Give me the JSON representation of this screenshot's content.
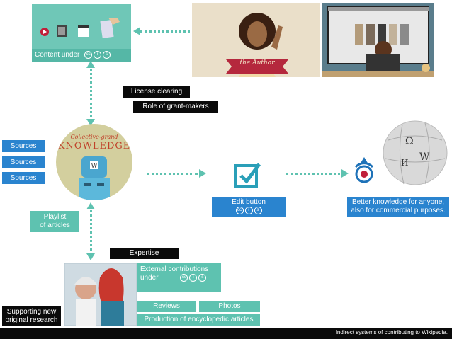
{
  "content_box": {
    "label": "Content under",
    "license_icons": [
      "cc",
      "by",
      "sa"
    ]
  },
  "license_clearing": "License clearing",
  "grant_makers": "Role of grant-makers",
  "sources": [
    "Sources",
    "Sources",
    "Sources"
  ],
  "knowledge_badge": {
    "line1": "Collective-grand",
    "line2": "KNOWLEDGE"
  },
  "playlist": "Playlist\nof articles",
  "edit_button": {
    "label": "Edit button",
    "license_icons": [
      "cc",
      "by",
      "sa"
    ]
  },
  "better_knowledge": "Better knowledge for anyone,\nalso for commercial purposes.",
  "expertise": "Expertise",
  "external": {
    "label": "External contributions\nunder",
    "license_icons": [
      "cc",
      "by",
      "sa"
    ]
  },
  "reviews": "Reviews",
  "photos": "Photos",
  "production": "Production of encyclopedic articles",
  "supporting": "Supporting new\noriginal research",
  "footer": "Indirect systems of contributing to Wikipedia.",
  "author_banner": "the Author",
  "colors": {
    "teal": "#5ec2b0",
    "blue": "#2a84cf",
    "dark": "#0a0a0a"
  }
}
